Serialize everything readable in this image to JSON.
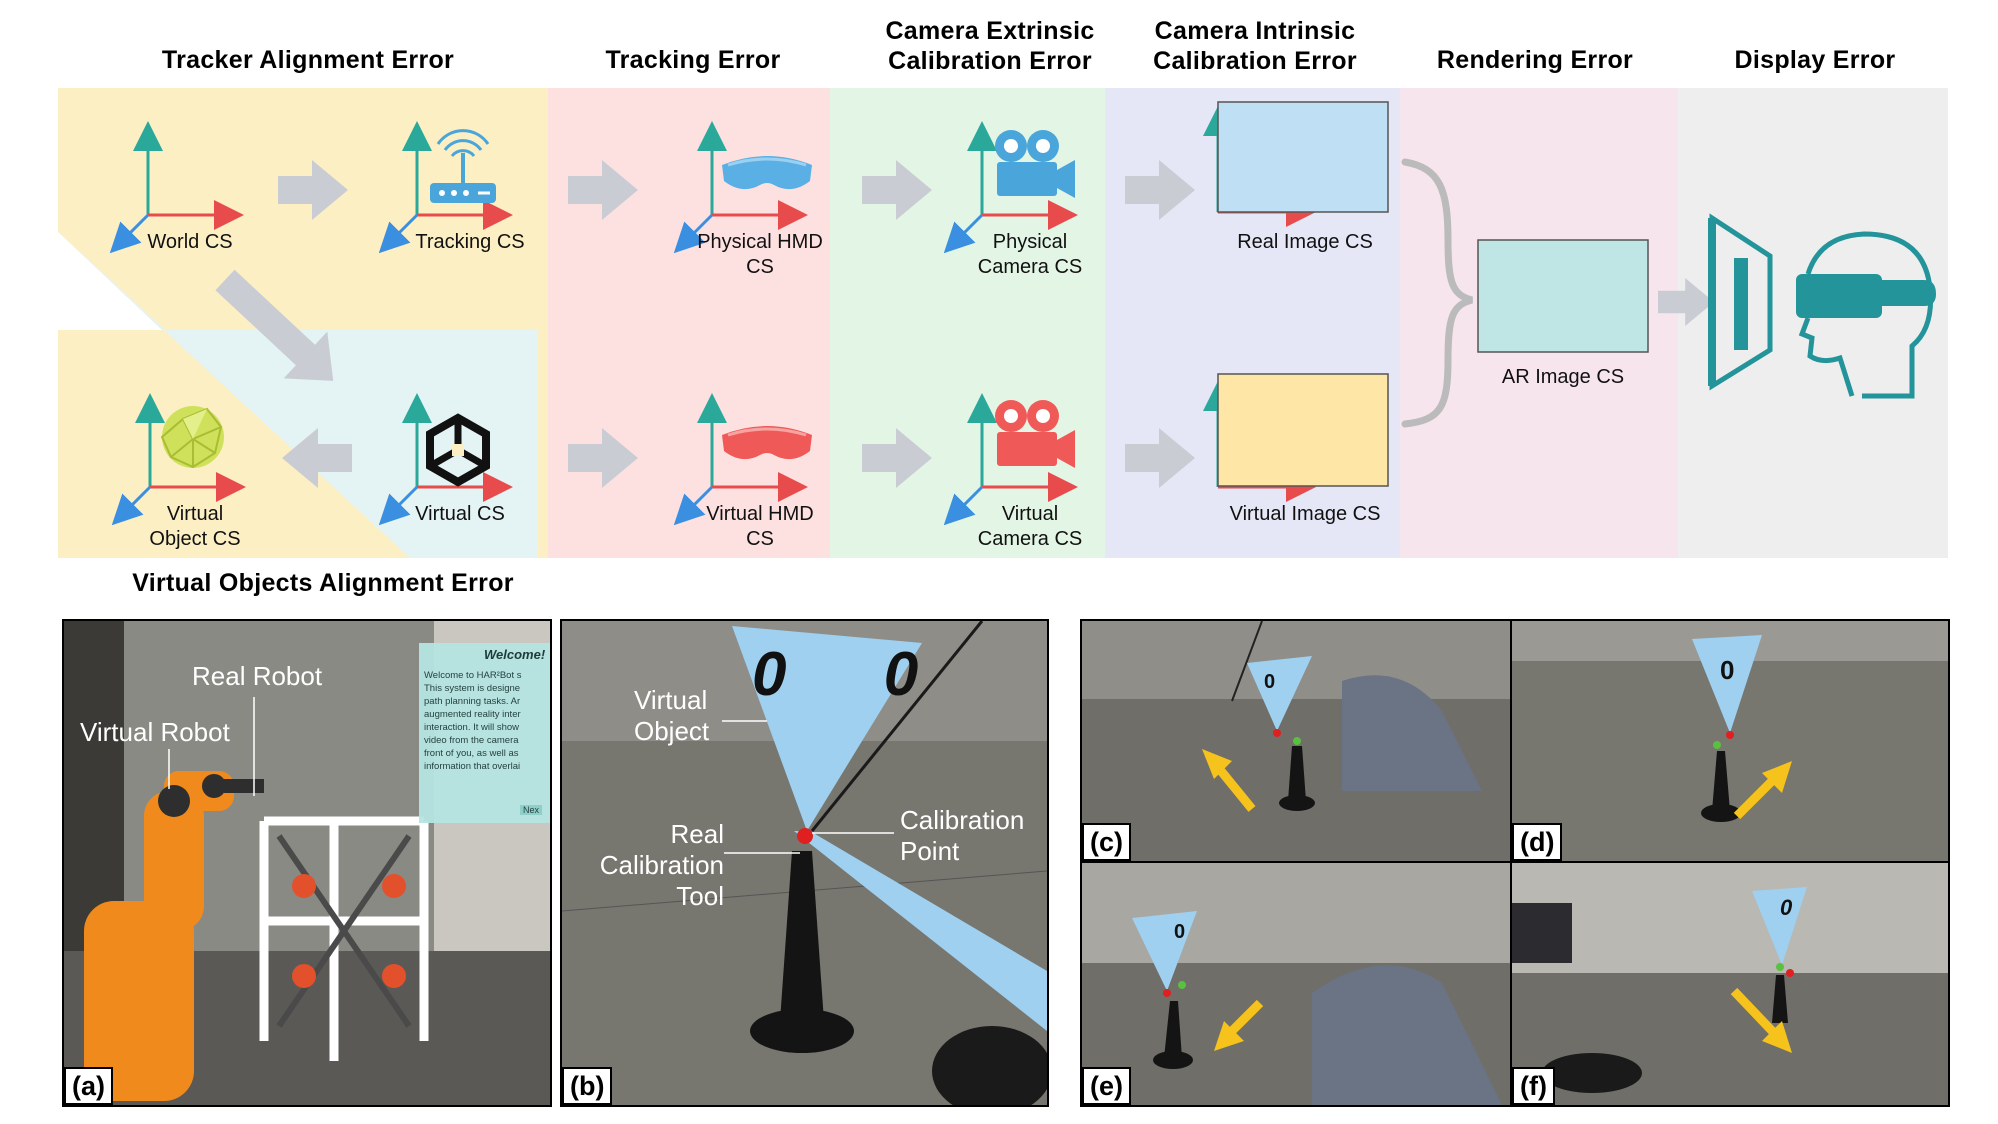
{
  "headers": {
    "tracker_alignment": "Tracker Alignment Error",
    "tracking": "Tracking Error",
    "camera_extrinsic": "Camera Extrinsic\nCalibration Error",
    "camera_intrinsic": "Camera Intrinsic\nCalibration Error",
    "rendering": "Rendering Error",
    "display": "Display Error",
    "virtual_objects_alignment": "Virtual Objects Alignment Error"
  },
  "cs_labels": {
    "world": "World CS",
    "tracking": "Tracking CS",
    "physical_hmd": "Physical HMD\nCS",
    "physical_camera": "Physical\nCamera CS",
    "real_image": "Real Image CS",
    "ar_image": "AR Image CS",
    "virtual_object": "Virtual\nObject CS",
    "virtual": "Virtual CS",
    "virtual_hmd": "Virtual HMD\nCS",
    "virtual_camera": "Virtual\nCamera CS",
    "virtual_image": "Virtual Image CS"
  },
  "photos": {
    "a": {
      "tag": "(a)",
      "real_robot": "Real Robot",
      "virtual_robot": "Virtual Robot",
      "screen_title": "Welcome!",
      "screen_text": "Welcome to HAR²Bot s\nThis system is designe\npath planning tasks. Ar\naugmented reality inter\ninteraction. It will show\nvideo from the camera\nfront of you, as well as\ninformation that overlai",
      "screen_button": "Nex"
    },
    "b": {
      "tag": "(b)",
      "virtual_object": "Virtual\nObject",
      "real_tool": "Real\nCalibration\nTool",
      "calibration_point": "Calibration\nPoint",
      "marker_text": "0 0"
    },
    "c": {
      "tag": "(c)",
      "marker_text": "0"
    },
    "d": {
      "tag": "(d)",
      "marker_text": "0"
    },
    "e": {
      "tag": "(e)",
      "marker_text": "0"
    },
    "f": {
      "tag": "(f)",
      "marker_text": "0"
    }
  },
  "colors": {
    "tracker_bg": "#fcefc4",
    "tracking_bg": "#fde1e0",
    "extrinsic_bg": "#e3f5e4",
    "intrinsic_bg": "#e5e6f6",
    "rendering_bg": "#f7e5ee",
    "display_bg": "#eeeeee",
    "virtual_objects_bg": "#e3f2f6",
    "axis_up": "#2aa99b",
    "axis_right": "#e84b4b",
    "axis_diag": "#3b8fe0",
    "arrow_gray": "#c9cdd3",
    "teal": "#23949a",
    "real_image_fill": "#bfdff5",
    "virtual_image_fill": "#fde6a6",
    "ar_image_fill": "#bfe6e4",
    "arrow_yellow": "#f6c21c",
    "marker_blue": "#9fd0f0"
  },
  "icons": [
    "router-icon",
    "hmd-icon",
    "camera-icon",
    "polyhedron-icon",
    "unity-icon",
    "vr-headset-icon"
  ]
}
